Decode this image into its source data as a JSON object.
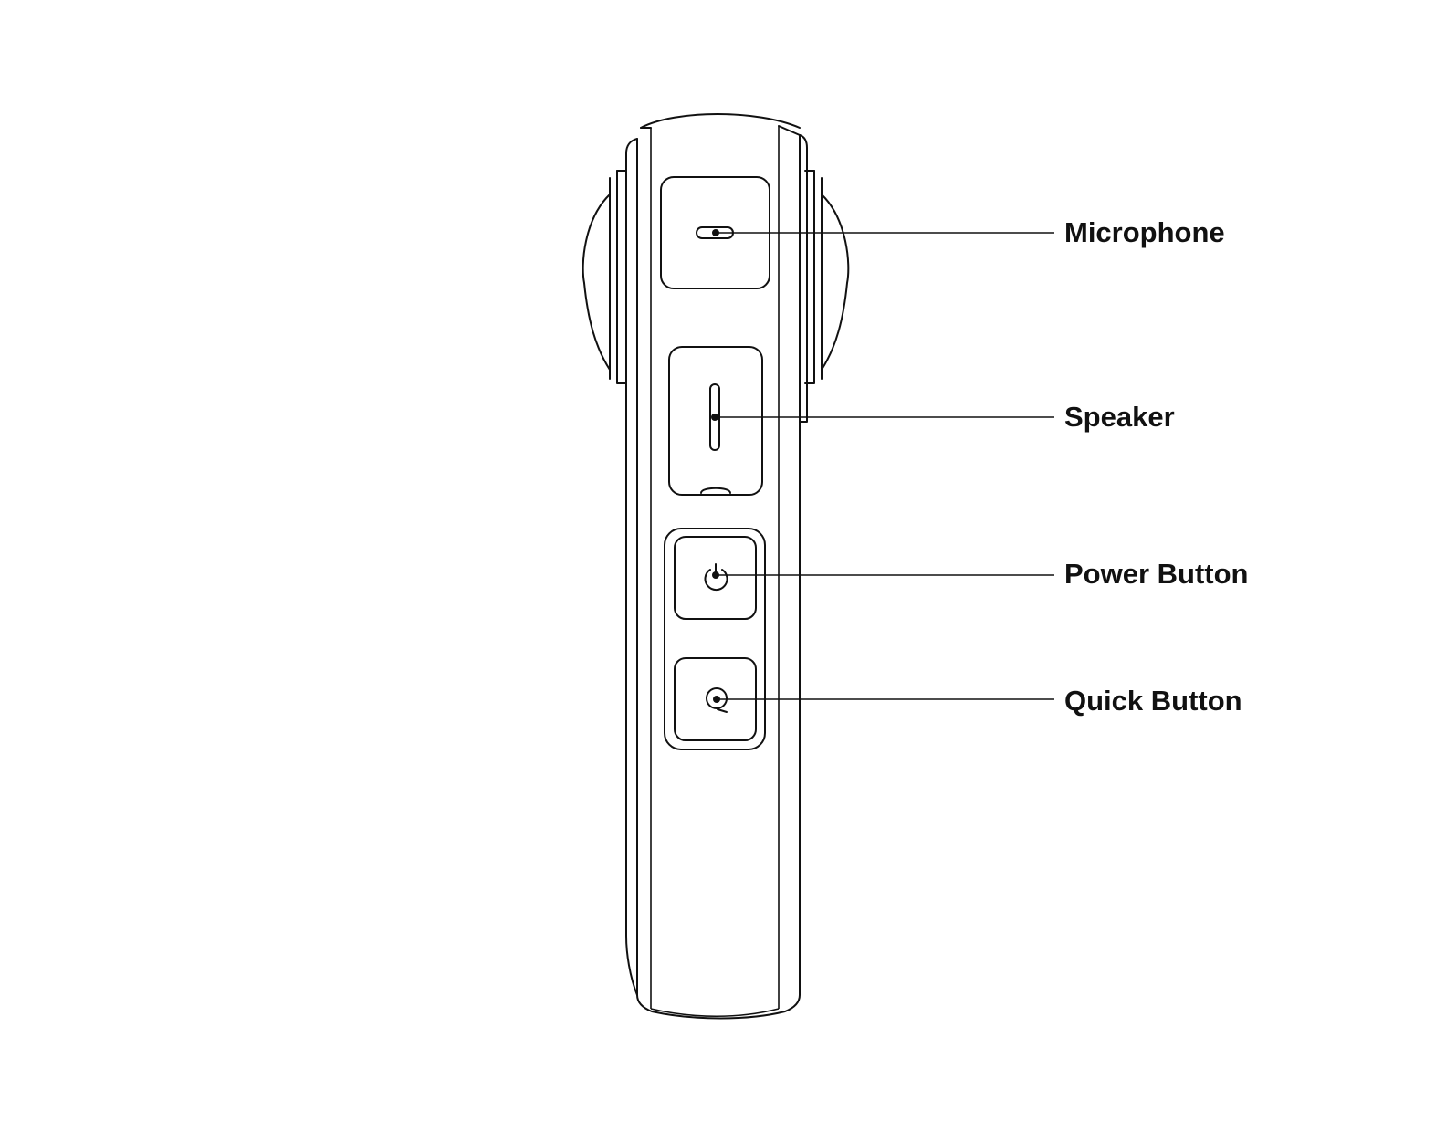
{
  "labels": {
    "microphone": "Microphone",
    "speaker": "Speaker",
    "power_button": "Power Button",
    "quick_button": "Quick Button"
  },
  "colors": {
    "line": "#111111",
    "background": "#ffffff"
  },
  "icons": {
    "power": "power-icon",
    "quick": "q-icon"
  }
}
